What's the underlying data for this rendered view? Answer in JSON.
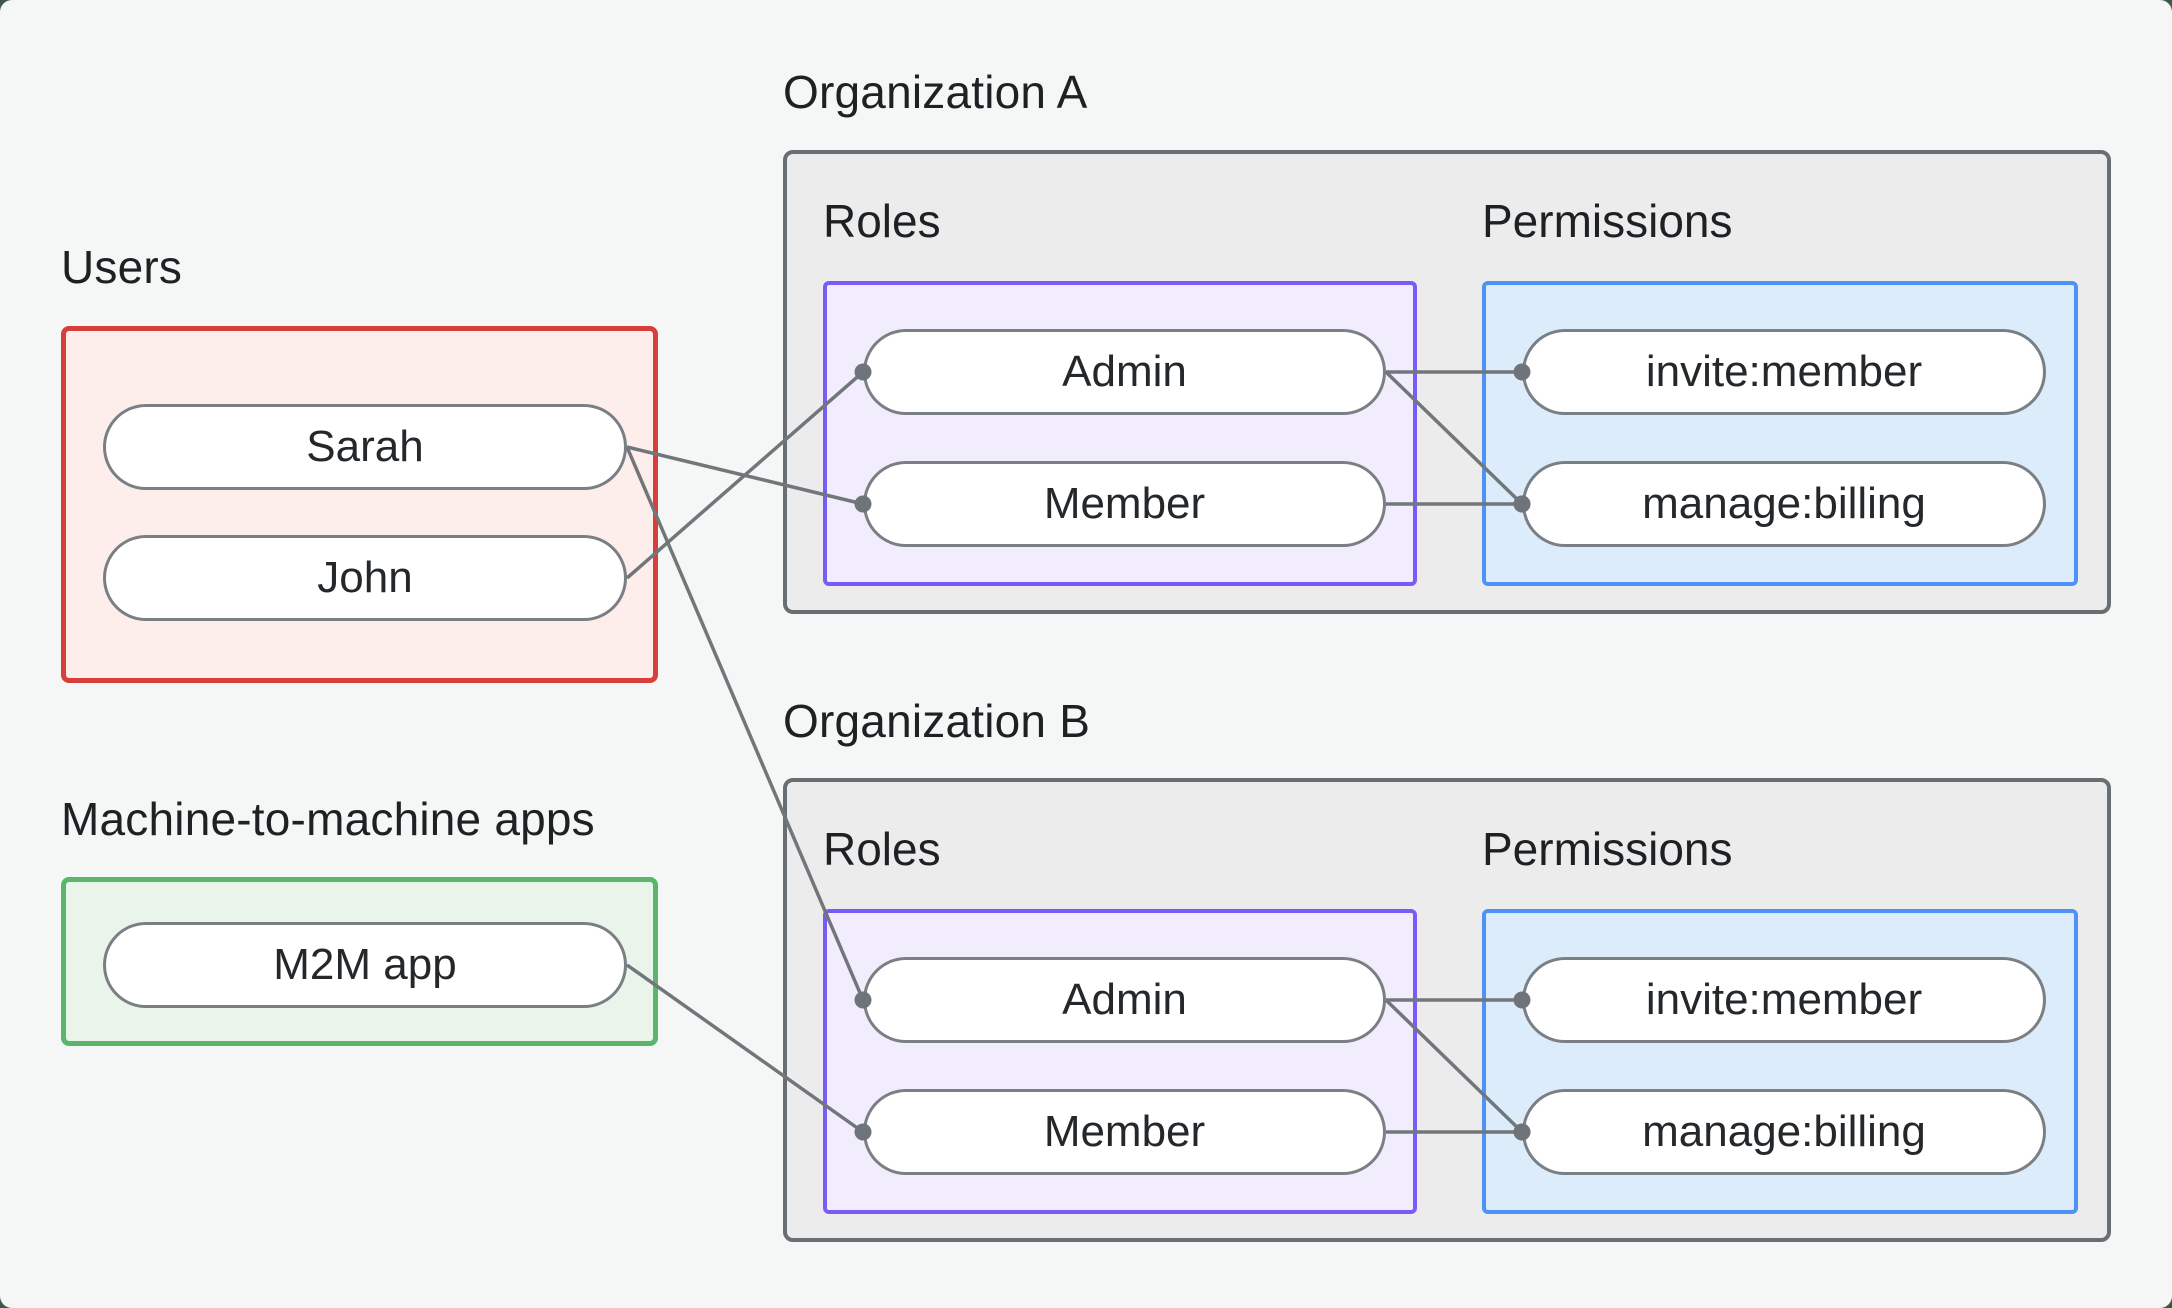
{
  "users_section": {
    "title": "Users",
    "nodes": [
      {
        "id": "sarah",
        "label": "Sarah"
      },
      {
        "id": "john",
        "label": "John"
      }
    ]
  },
  "m2m_section": {
    "title": "Machine-to-machine apps",
    "nodes": [
      {
        "id": "m2m-app",
        "label": "M2M app"
      }
    ]
  },
  "organizations": [
    {
      "title": "Organization A",
      "roles_label": "Roles",
      "permissions_label": "Permissions",
      "roles": [
        {
          "id": "admin-a",
          "label": "Admin"
        },
        {
          "id": "member-a",
          "label": "Member"
        }
      ],
      "permissions": [
        {
          "id": "invite-a",
          "label": "invite:member"
        },
        {
          "id": "manage-a",
          "label": "manage:billing"
        }
      ]
    },
    {
      "title": "Organization B",
      "roles_label": "Roles",
      "permissions_label": "Permissions",
      "roles": [
        {
          "id": "admin-b",
          "label": "Admin"
        },
        {
          "id": "member-b",
          "label": "Member"
        }
      ],
      "permissions": [
        {
          "id": "invite-b",
          "label": "invite:member"
        },
        {
          "id": "manage-b",
          "label": "manage:billing"
        }
      ]
    }
  ],
  "edges": [
    {
      "from": "sarah",
      "to": "member-a"
    },
    {
      "from": "sarah",
      "to": "admin-b"
    },
    {
      "from": "john",
      "to": "admin-a"
    },
    {
      "from": "m2m-app",
      "to": "member-b"
    },
    {
      "from": "admin-a",
      "to": "invite-a"
    },
    {
      "from": "admin-a",
      "to": "manage-a"
    },
    {
      "from": "member-a",
      "to": "manage-a"
    },
    {
      "from": "admin-b",
      "to": "invite-b"
    },
    {
      "from": "admin-b",
      "to": "manage-b"
    },
    {
      "from": "member-b",
      "to": "manage-b"
    }
  ],
  "colors": {
    "page_background": "#f4f7f5",
    "outer_background": "#3b5849",
    "users_border": "#d7403a",
    "users_fill": "#fdeeec",
    "m2m_border": "#5cb56a",
    "m2m_fill": "#e9f4ea",
    "org_border": "#696e72",
    "org_fill": "#ececed",
    "roles_border": "#7b5bf5",
    "roles_fill": "#f2edfc",
    "permissions_border": "#4e92f5",
    "permissions_fill": "#ddecfb",
    "edge_line": "#71767b",
    "edge_dot": "#6f747a",
    "node_border": "#7a7f84",
    "text": "#1d2124"
  }
}
